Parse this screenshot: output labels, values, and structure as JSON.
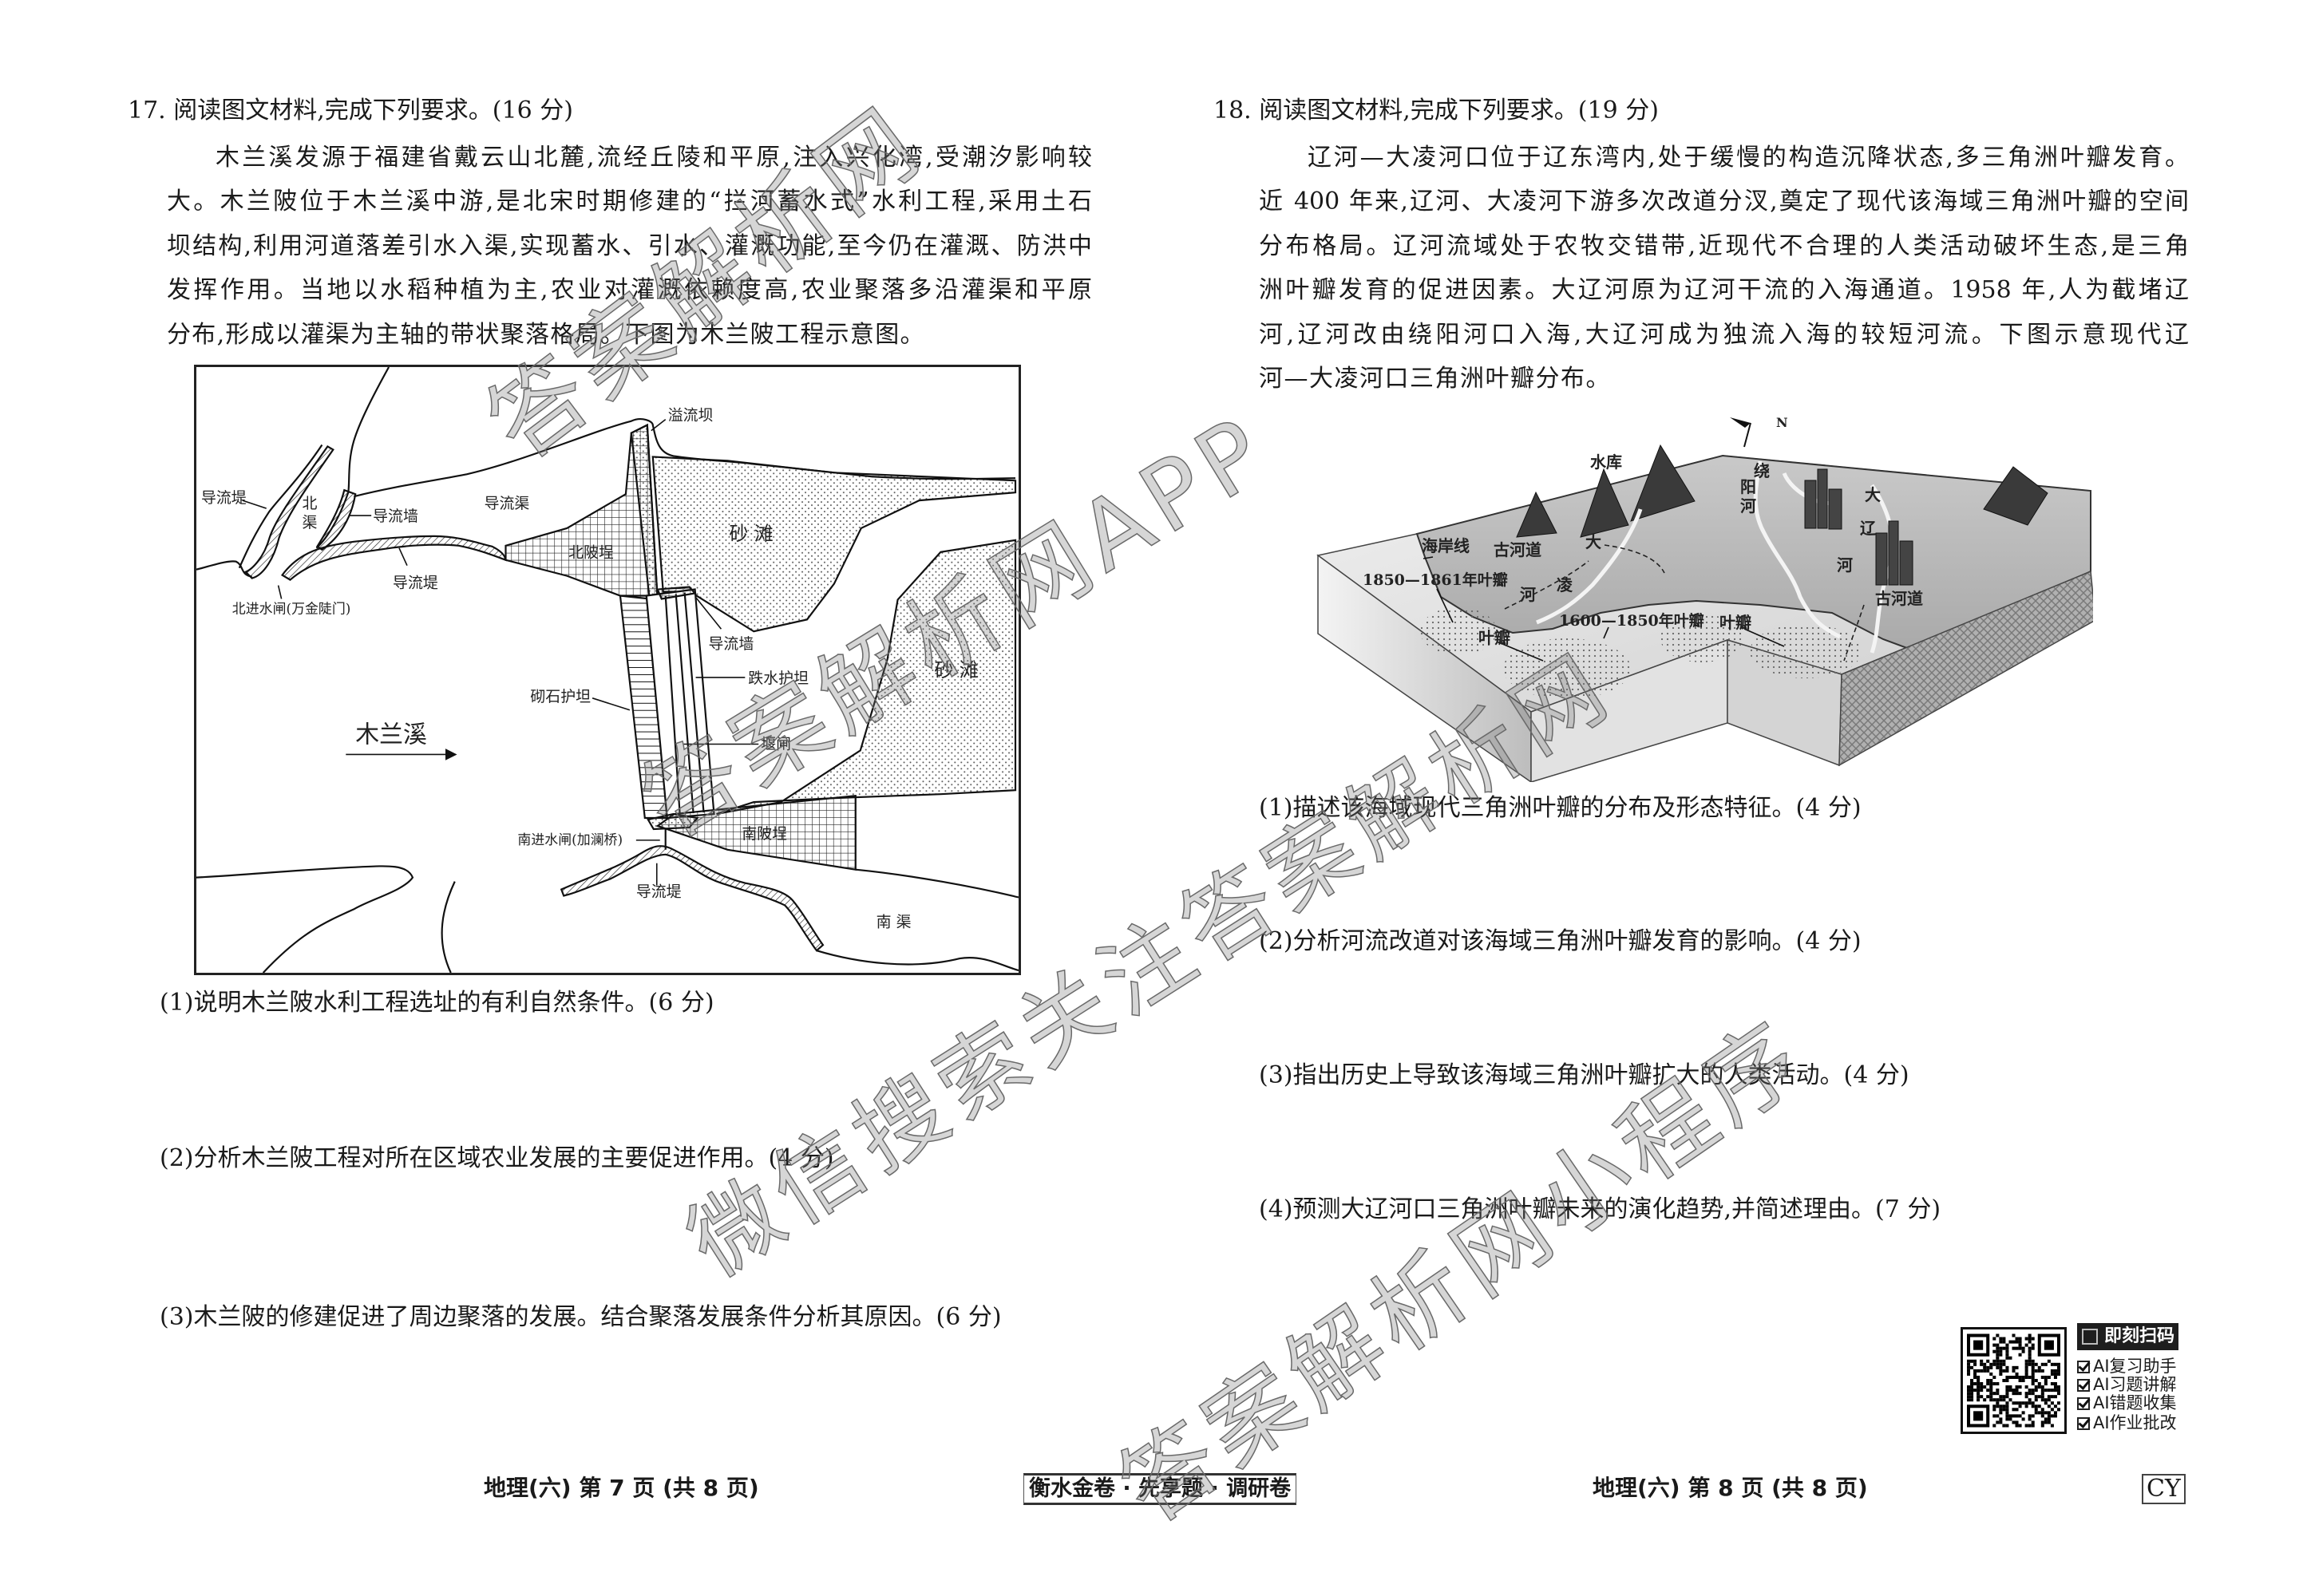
{
  "q17": {
    "title": "17. 阅读图文材料,完成下列要求。(16 分)",
    "paragraph": [
      "木兰溪发源于福建省戴云山北麓,流经丘陵和平原,注入兴化湾,受潮汐影响较",
      "大。木兰陂位于木兰溪中游,是北宋时期修建的“拦河蓄水式”水利工程,采用土石",
      "坝结构,利用河道落差引水入渠,实现蓄水、引水、灌溉功能,至今仍在灌溉、防洪中",
      "发挥作用。当地以水稻种植为主,农业对灌溉依赖度高,农业聚落多沿灌渠和平原",
      "分布,形成以灌渠为主轴的带状聚落格局。下图为木兰陂工程示意图。"
    ],
    "diagram_labels": {
      "overflow_dam": "溢流坝",
      "levee_left": "导流堤",
      "north_canal_1": "北",
      "north_canal_2": "渠",
      "guide_wall_north": "导流墙",
      "diversion_canal": "导流渠",
      "sandbar_1": "砂 滩",
      "north_bank": "北陂埕",
      "levee_north": "导流堤",
      "north_gate": "北进水闸(万金陡门)",
      "guide_wall_mid": "导流墙",
      "sandbar_2": "砂 滩",
      "drop_apron": "跌水护坦",
      "masonry_apron": "砌石护坦",
      "river": "木兰溪",
      "weir_gate": "堰闸",
      "south_bank": "南陂埕",
      "south_gate": "南进水闸(加澜桥)",
      "levee_south": "导流堤",
      "south_canal": "南 渠"
    },
    "questions": [
      "(1)说明木兰陂水利工程选址的有利自然条件。(6 分)",
      "(2)分析木兰陂工程对所在区域农业发展的主要促进作用。(4 分)",
      "(3)木兰陂的修建促进了周边聚落的发展。结合聚落发展条件分析其原因。(6 分)"
    ]
  },
  "q18": {
    "title": "18. 阅读图文材料,完成下列要求。(19 分)",
    "paragraph": [
      "辽河—大凌河口位于辽东湾内,处于缓慢的构造沉降状态,多三角洲叶瓣发育。",
      "近 400 年来,辽河、大凌河下游多次改道分汊,奠定了现代该海域三角洲叶瓣的空间",
      "分布格局。辽河流域处于农牧交错带,近现代不合理的人类活动破坏生态,是三角",
      "洲叶瓣发育的促进因素。大辽河原为辽河干流的入海通道。1958 年,人为截堵辽",
      "河,辽河改由绕阳河口入海,大辽河成为独流入海的较短河流。下图示意现代辽",
      "河—大凌河口三角洲叶瓣分布。"
    ],
    "diagram_labels": {
      "north": "N",
      "reservoir": "水库",
      "raoyang_1": "绕",
      "raoyang_2": "阳",
      "raoyang_3": "河",
      "daliao_1": "大",
      "daliao_2": "辽",
      "daliao_3": "河",
      "old_channel_right": "古河道",
      "coastline": "海岸线",
      "old_channel_left": "古河道",
      "daling_1": "大",
      "daling_2": "凌",
      "daling_3": "河",
      "lobe_1850_1861": "1850—1861年叶瓣",
      "lobe_1600_1850": "1600—1850年叶瓣",
      "lobe_right": "叶瓣",
      "lobe_left": "叶瓣"
    },
    "questions": [
      "(1)描述该海域现代三角洲叶瓣的分布及形态特征。(4 分)",
      "(2)分析河流改道对该海域三角洲叶瓣发育的影响。(4 分)",
      "(3)指出历史上导致该海域三角洲叶瓣扩大的人类活动。(4 分)",
      "(4)预测大辽河口三角洲叶瓣未来的演化趋势,并简述理由。(7 分)"
    ]
  },
  "qr_panel": {
    "badge": "即刻扫码",
    "items": [
      "AI复习助手",
      "AI习题讲解",
      "AI错题收集",
      "AI作业批改"
    ]
  },
  "footer": {
    "left_page": "地理(六) 第 7 页 (共 8 页)",
    "brand": "衡水金卷 · 先享题 · 调研卷",
    "right_page": "地理(六) 第 8 页 (共 8 页)",
    "code": "CY"
  },
  "watermarks": [
    "答案解析网",
    "答案解析网APP",
    "微信搜索关注答案解析网",
    "答案解析网小程序"
  ]
}
